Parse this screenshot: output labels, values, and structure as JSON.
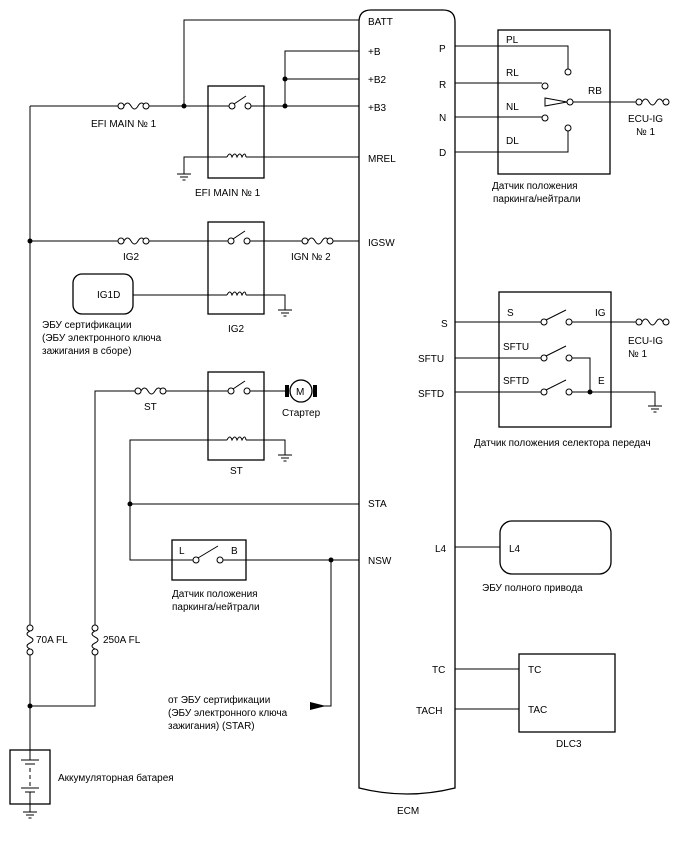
{
  "ecm": {
    "name": "ECM",
    "pins_left": {
      "batt": "BATT",
      "b": "+B",
      "b2": "+B2",
      "b3": "+B3",
      "mrel": "MREL",
      "igsw": "IGSW",
      "sta": "STA",
      "nsw": "NSW"
    },
    "pins_right": {
      "p": "P",
      "r": "R",
      "n": "N",
      "d": "D",
      "s": "S",
      "sftu": "SFTU",
      "sftd": "SFTD",
      "l4": "L4",
      "tc": "TC",
      "tach": "TACH"
    }
  },
  "fuses": {
    "efi_main": "EFI MAIN № 1",
    "ig2": "IG2",
    "ign2": "IGN № 2",
    "st": "ST",
    "fl70": "70A FL",
    "fl250": "250A FL",
    "ecu_ig_top": [
      "ECU-IG",
      "№ 1"
    ],
    "ecu_ig_mid": [
      "ECU-IG",
      "№ 1"
    ]
  },
  "relays": {
    "efi_main": "EFI MAIN № 1",
    "ig2": "IG2",
    "st": "ST"
  },
  "components": {
    "ig1d": "IG1D",
    "cert_ecu": [
      "ЭБУ сертификации",
      "(ЭБУ электронного ключа",
      "зажигания в сборе)"
    ],
    "starter_symbol": "M",
    "starter": "Стартер",
    "pn_switch_l": "L",
    "pn_switch_b": "B",
    "pn_switch": [
      "Датчик положения",
      "паркинга/нейтрали"
    ],
    "from_cert": [
      "от ЭБУ сертификации",
      "(ЭБУ электронного ключа",
      "зажигания) (STAR)"
    ],
    "battery": "Аккумуляторная батарея"
  },
  "pn_sensor": {
    "pl": "PL",
    "rl": "RL",
    "nl": "NL",
    "dl": "DL",
    "rb": "RB",
    "caption": [
      "Датчик положения",
      "паркинга/нейтрали"
    ]
  },
  "shift_sensor": {
    "s": "S",
    "ig": "IG",
    "sftu": "SFTU",
    "sftd": "SFTD",
    "e": "E",
    "caption": "Датчик положения селектора передач"
  },
  "awd_ecu": {
    "l4": "L4",
    "caption": "ЭБУ полного привода"
  },
  "dlc3": {
    "tc": "TC",
    "tac": "TAC",
    "caption": "DLC3"
  }
}
